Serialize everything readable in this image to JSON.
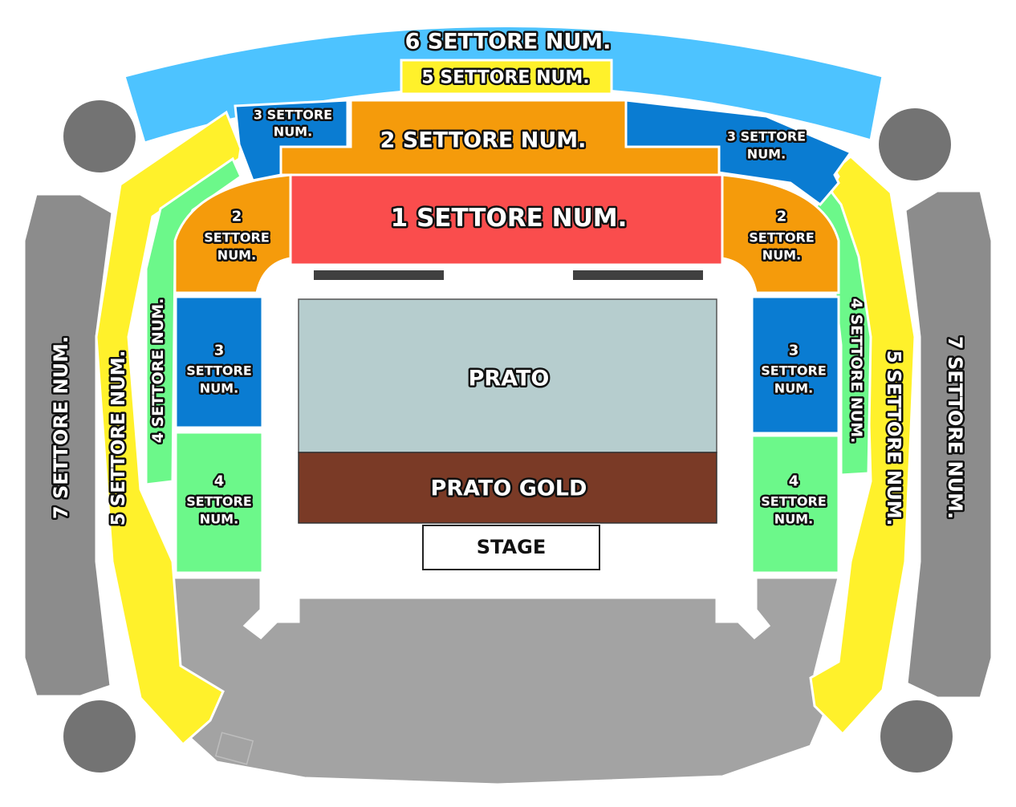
{
  "colors": {
    "cyan": "#4DC3FF",
    "yellow": "#FFF12B",
    "orange": "#F59B0B",
    "red": "#FA4D4D",
    "blue": "#0A7CD2",
    "green": "#6CF88A",
    "grey": "#A3A3A3",
    "dark_grey": "#8C8C8C",
    "tower": "#737373",
    "prato": "#B6CDCE",
    "prato_gold": "#7A3A26",
    "bar": "#404040"
  },
  "sectors": {
    "s6_top": "6 SETTORE NUM.",
    "s5_top": "5 SETTORE NUM.",
    "s2_top": "2 SETTORE NUM.",
    "s1_top": "1 SETTORE NUM.",
    "s3_top_left": [
      "3 SETTORE",
      "NUM."
    ],
    "s3_top_right": [
      "3 SETTORE",
      "NUM."
    ],
    "s2_left": [
      "2",
      "SETTORE",
      "NUM."
    ],
    "s2_right": [
      "2",
      "SETTORE",
      "NUM."
    ],
    "s3_left": [
      "3",
      "SETTORE",
      "NUM."
    ],
    "s3_right": [
      "3",
      "SETTORE",
      "NUM."
    ],
    "s4_left": [
      "4",
      "SETTORE",
      "NUM."
    ],
    "s4_right": [
      "4",
      "SETTORE",
      "NUM."
    ],
    "s4_left_side": "4 SETTORE NUM.",
    "s4_right_side": "4 SETTORE NUM.",
    "s5_left_side": "5 SETTORE NUM.",
    "s5_right_side": "5 SETTORE NUM.",
    "s7_left": "7 SETTORE NUM.",
    "s7_right": "7 SETTORE NUM."
  },
  "floor": {
    "prato": "PRATO",
    "prato_gold": "PRATO GOLD",
    "stage": "STAGE"
  }
}
